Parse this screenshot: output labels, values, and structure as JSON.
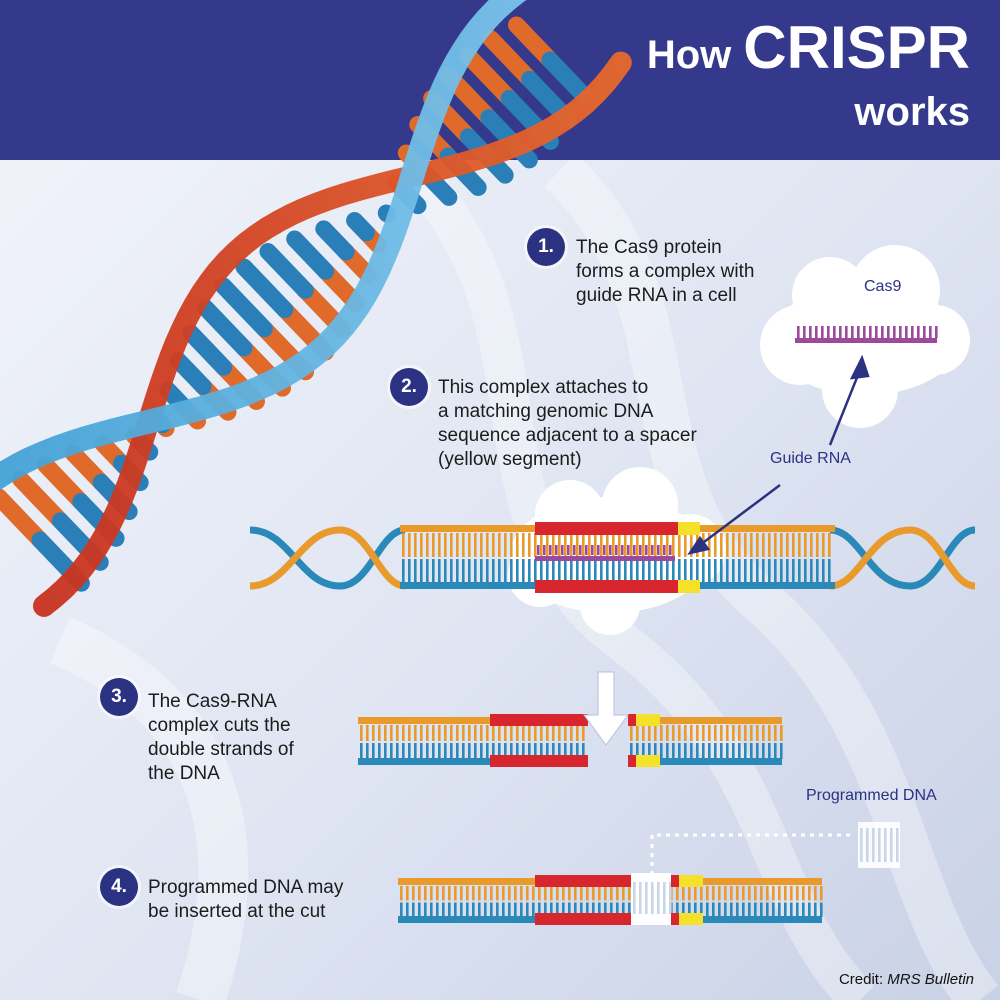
{
  "header": {
    "title_prefix": "How",
    "title_main": "CRISPR",
    "title_line2": "works"
  },
  "steps": [
    {
      "number": "1.",
      "lines": [
        "The Cas9 protein",
        "forms a complex with",
        "guide RNA in a cell"
      ]
    },
    {
      "number": "2.",
      "lines": [
        "This complex attaches to",
        "a matching genomic DNA",
        "sequence adjacent to a spacer",
        "(yellow segment)"
      ]
    },
    {
      "number": "3.",
      "lines": [
        "The Cas9-RNA",
        "complex cuts the",
        "double strands of",
        "the DNA"
      ]
    },
    {
      "number": "4.",
      "lines": [
        "Programmed DNA may",
        "be inserted at the cut"
      ]
    }
  ],
  "labels": {
    "cas9": "Cas9",
    "guide_rna": "Guide RNA",
    "programmed_dna": "Programmed DNA"
  },
  "credit": {
    "prefix": "Credit: ",
    "source": "MRS Bulletin"
  },
  "colors": {
    "header_band": "#34398c",
    "badge": "#2b3282",
    "strand_orange": "#e89a2c",
    "strand_blue": "#2a89b8",
    "cas9_red": "#d8262e",
    "spacer_yellow": "#f5e12a",
    "guide_rna_purple": "#9b4a9e"
  }
}
